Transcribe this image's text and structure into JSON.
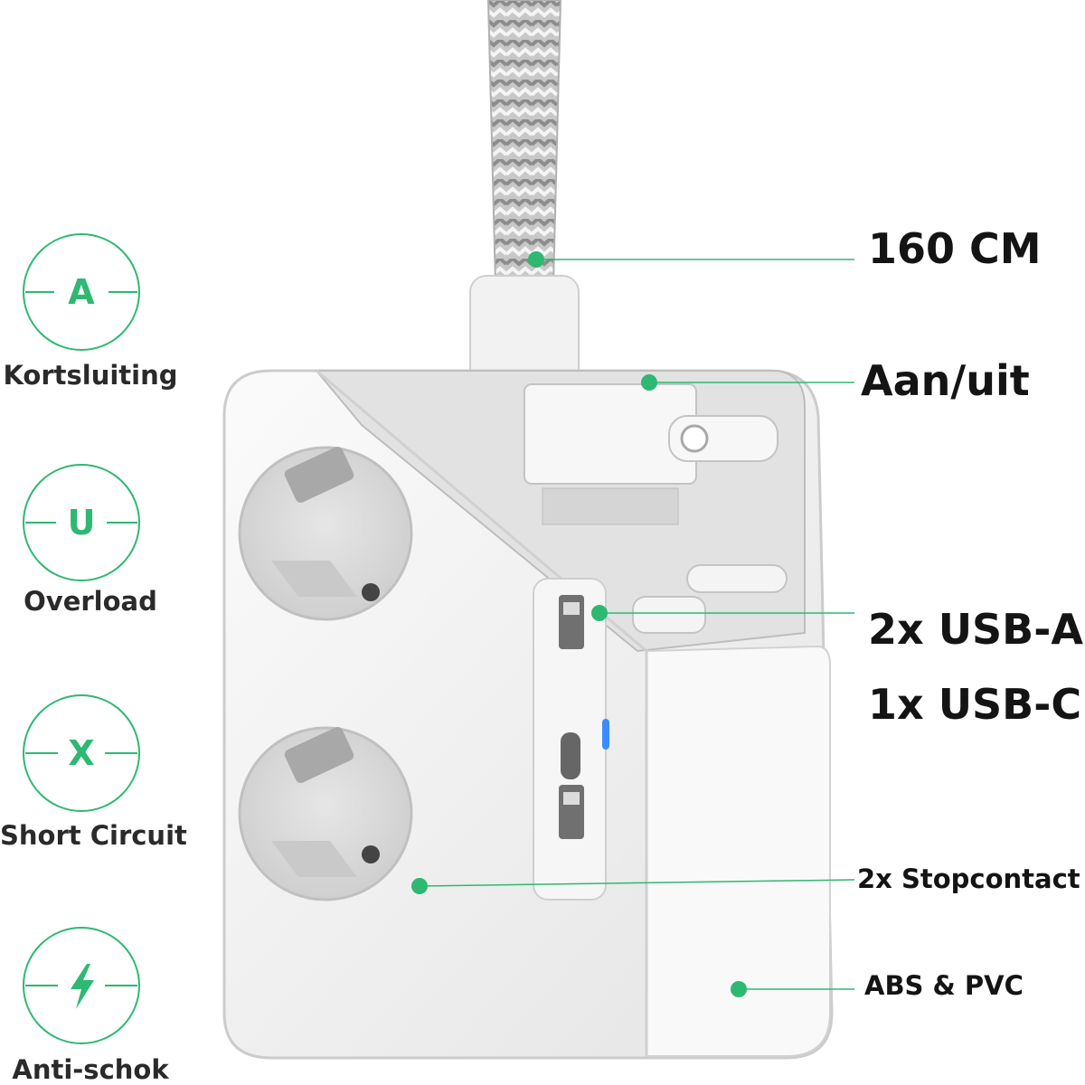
{
  "features": [
    {
      "letter": "A",
      "icon": "letter-a-icon",
      "caption": "Kortsluiting"
    },
    {
      "letter": "U",
      "icon": "letter-u-icon",
      "caption": "Overload"
    },
    {
      "letter": "X",
      "icon": "letter-x-icon",
      "caption": "Short Circuit"
    },
    {
      "letter": "",
      "icon": "lightning-bolt-icon",
      "caption": "Anti-schok"
    }
  ],
  "callouts": {
    "cable_length": "160 CM",
    "switch": "Aan/uit",
    "usb_a": "2x USB-A",
    "usb_c": "1x USB-C",
    "sockets": "2x Stopcontact",
    "material": "ABS & PVC"
  },
  "colors": {
    "accent": "#2eb872",
    "body": "#f2f2f2",
    "socket": "#dcdcdc",
    "led": "#3a8dff"
  }
}
